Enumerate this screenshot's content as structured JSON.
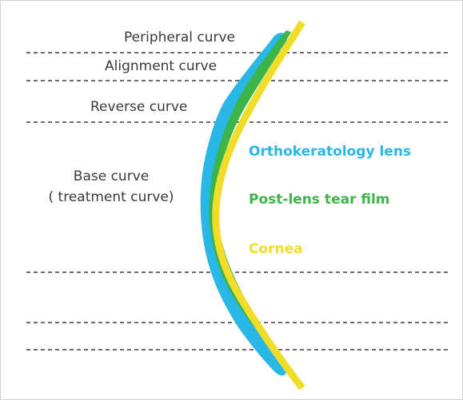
{
  "labels": {
    "peripheral": "Peripheral curve",
    "alignment": "Alignment curve",
    "reverse": "Reverse curve",
    "base_line1": "Base curve",
    "base_line2": "( treatment curve)"
  },
  "legend": {
    "ortho": "Orthokeratology lens",
    "tear": "Post-lens tear film",
    "cornea": "Cornea"
  },
  "colors": {
    "ortho": "#29b7e6",
    "tear": "#3db44a",
    "cornea": "#f1dc2a",
    "text": "#3a3a3a",
    "dash": "#3c3c3c"
  }
}
